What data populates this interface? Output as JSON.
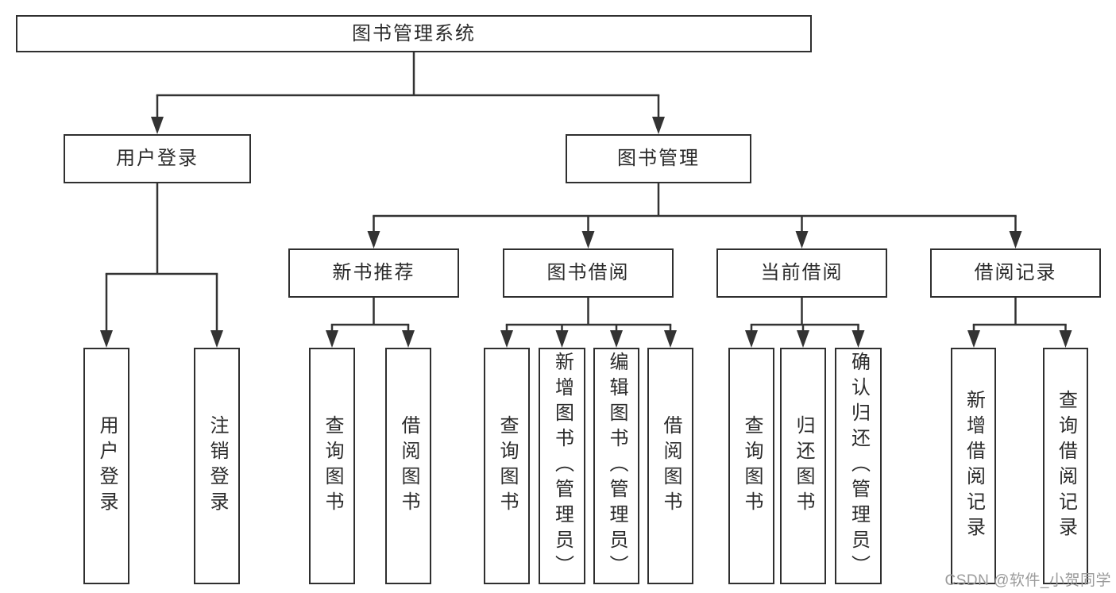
{
  "colors": {
    "line": "#333333",
    "border": "#2f2f2f",
    "text": "#2b2b2b",
    "watermark": "#9b9b9b",
    "background": "#ffffff"
  },
  "watermark": {
    "text": "CSDN @软件_小贺同学"
  },
  "tree": {
    "label": "图书管理系统",
    "children": [
      {
        "label": "用户登录",
        "children": [
          {
            "label": "用户登录"
          },
          {
            "label": "注销登录"
          }
        ]
      },
      {
        "label": "图书管理",
        "children": [
          {
            "label": "新书推荐",
            "children": [
              {
                "label": "查询图书"
              },
              {
                "label": "借阅图书"
              }
            ]
          },
          {
            "label": "图书借阅",
            "children": [
              {
                "label": "查询图书"
              },
              {
                "label": "新增图书（管理员）"
              },
              {
                "label": "编辑图书（管理员）"
              },
              {
                "label": "借阅图书"
              }
            ]
          },
          {
            "label": "当前借阅",
            "children": [
              {
                "label": "查询图书"
              },
              {
                "label": "归还图书"
              },
              {
                "label": "确认归还（管理员）"
              }
            ]
          },
          {
            "label": "借阅记录",
            "children": [
              {
                "label": "新增借阅记录"
              },
              {
                "label": "查询借阅记录"
              }
            ]
          }
        ]
      }
    ]
  }
}
